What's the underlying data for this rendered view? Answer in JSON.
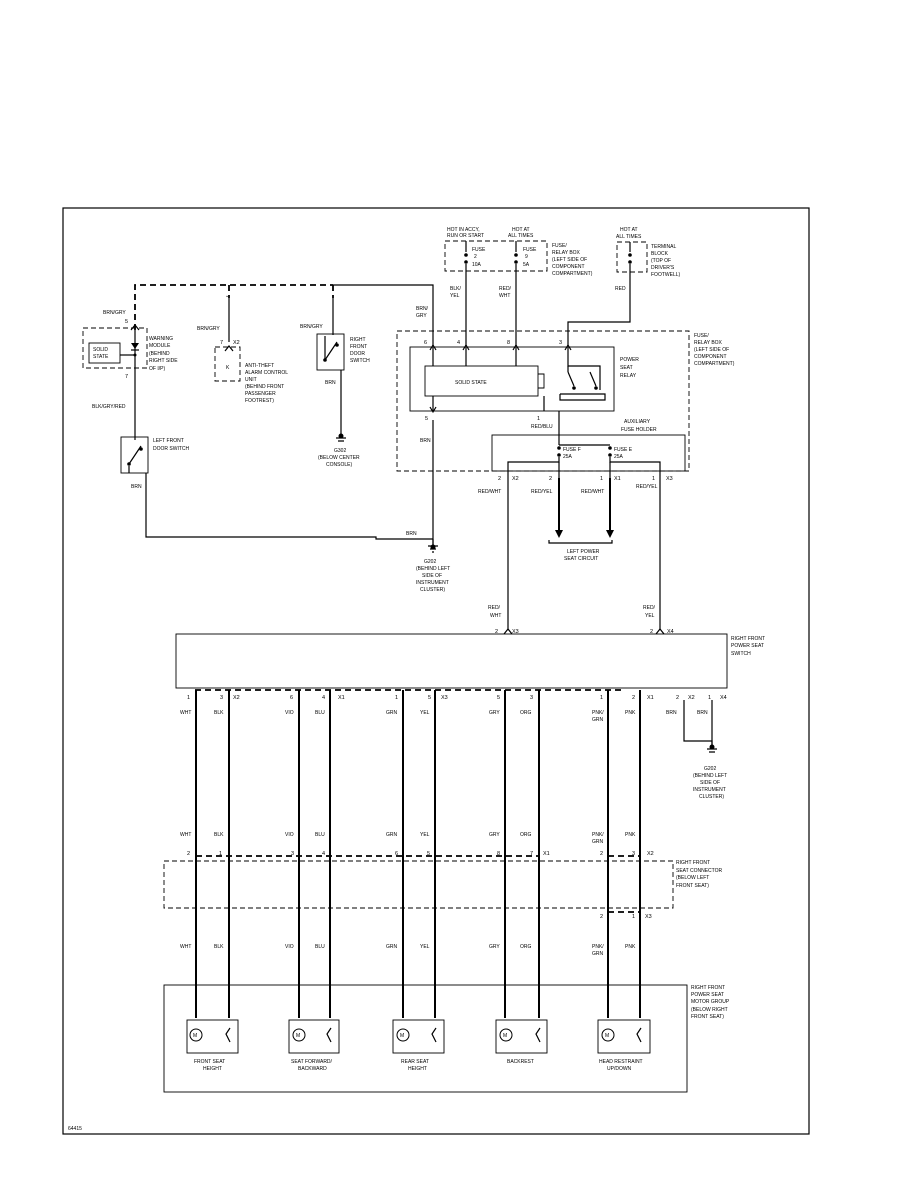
{
  "hot_labels": {
    "accy": [
      "HOT IN ACCY,",
      "RUN OR START"
    ],
    "always": [
      "HOT AT",
      "ALL TIMES"
    ],
    "always2": [
      "HOT AT",
      "ALL TIMES"
    ]
  },
  "fuses": {
    "fuse2": [
      "FUSE",
      "2",
      "10A"
    ],
    "fuse9": [
      "FUSE",
      "9",
      "5A"
    ],
    "fuseF": [
      "FUSE F",
      "25A"
    ],
    "fuseE": [
      "FUSE E",
      "25A"
    ]
  },
  "components": {
    "fuse_relay_box_top": [
      "FUSE/",
      "RELAY BOX",
      "(LEFT SIDE OF",
      "COMPONENT",
      "COMPARTMENT)"
    ],
    "terminal_block": [
      "TERMINAL",
      "BLOCK",
      "(TOP OF",
      "DRIVER'S",
      "FOOTWELL)"
    ],
    "fuse_relay_box_right": [
      "FUSE/",
      "RELAY BOX",
      "(LEFT SIDE OF",
      "COMPONENT",
      "COMPARTMENT)"
    ],
    "power_seat_relay": [
      "POWER",
      "SEAT",
      "RELAY"
    ],
    "solid_state": "SOLID STATE",
    "aux_fuse_holder": [
      "AUXILIARY",
      "FUSE HOLDER"
    ],
    "warning_module": [
      "WARNING",
      "MODULE",
      "(BEHIND",
      "RIGHT SIDE",
      "OF I/P)"
    ],
    "warning_solid_state": [
      "SOLID",
      "STATE"
    ],
    "anti_theft": [
      "ANTI-THEFT",
      "ALARM CONTROL",
      "UNIT",
      "(BEHIND FRONT",
      "PASSENGER",
      "FOOTREST)"
    ],
    "anti_theft_k": "K",
    "right_front_door_switch": [
      "RIGHT",
      "FRONT",
      "DOOR",
      "SWITCH"
    ],
    "left_front_door_switch": [
      "LEFT FRONT",
      "DOOR SWITCH"
    ],
    "g302": [
      "G302",
      "(BELOW CENTER",
      "CONSOLE)"
    ],
    "g202_top": [
      "G202",
      "(BEHIND LEFT",
      "SIDE OF",
      "INSTRUMENT",
      "CLUSTER)"
    ],
    "g202_right": [
      "G202",
      "(BEHIND LEFT",
      "SIDE OF",
      "INSTRUMENT",
      "CLUSTER)"
    ],
    "left_power_seat_circuit": [
      "LEFT POWER",
      "SEAT CIRCUIT"
    ],
    "rf_power_seat_switch": [
      "RIGHT FRONT",
      "POWER SEAT",
      "SWITCH"
    ],
    "rf_seat_connector": [
      "RIGHT FRONT",
      "SEAT CONNECTOR",
      "(BELOW LEFT",
      "FRONT SEAT)"
    ],
    "rf_motor_group": [
      "RIGHT FRONT",
      "POWER SEAT",
      "MOTOR GROUP",
      "(BELOW RIGHT",
      "FRONT SEAT)"
    ]
  },
  "wire_labels": {
    "brn_gry_top": [
      "BRN/",
      "GRY"
    ],
    "blk_yel": [
      "BLK/",
      "YEL"
    ],
    "red_wht_top": [
      "RED/",
      "WHT"
    ],
    "red_tb": "RED",
    "brn_gry_warn": "BRN/GRY",
    "brn_gry_anti": "BRN/GRY",
    "brn_gry_door": "BRN/GRY",
    "blk_gry_red": "BLK/GRY/RED",
    "brn_lfds": "BRN",
    "brn_rfds": "BRN",
    "brn_relay": "BRN",
    "brn_ground": "BRN",
    "red_blu": "RED/BLU",
    "red_wht_aux1": "RED/WHT",
    "red_yel_aux1": "RED/YEL",
    "red_wht_aux2": "RED/WHT",
    "red_yel_aux2": "RED/YEL",
    "red_wht_sw": [
      "RED/",
      "WHT"
    ],
    "red_yel_sw": [
      "RED/",
      "YEL"
    ]
  },
  "pins": {
    "fuse_relay": [
      "6",
      "4",
      "8",
      "3"
    ],
    "relay_bottom": "5",
    "relay_red_blu": "1",
    "aux_bottom": [
      "2",
      "2",
      "1",
      "1"
    ],
    "aux_conn": [
      "X2",
      "X1",
      "X3"
    ],
    "warning": [
      "5",
      "7"
    ],
    "anti": [
      "7",
      "X2"
    ],
    "switch_in": [
      "2",
      "X3",
      "2",
      "X4"
    ],
    "switch_out_nums": [
      "1",
      "3",
      "6",
      "4",
      "1",
      "5",
      "5",
      "3",
      "1",
      "2",
      "2",
      "1"
    ],
    "switch_out_conn": [
      "X2",
      "X1",
      "X3",
      "X1",
      "X2",
      "X4"
    ],
    "conn_top_nums": [
      "2",
      "1",
      "3",
      "4",
      "6",
      "5",
      "8",
      "7",
      "X1",
      "2",
      "3",
      "X2"
    ],
    "conn_bot_nums": [
      "2",
      "1",
      "X3"
    ]
  },
  "seat_wires": {
    "upper": [
      "WHT",
      "BLK",
      "VIO",
      "BLU",
      "GRN",
      "YEL",
      "GRY",
      "ORG",
      "PNK/",
      "GRN",
      "PNK",
      "BRN",
      "BRN"
    ],
    "middle": [
      "WHT",
      "BLK",
      "VIO",
      "BLU",
      "GRN",
      "YEL",
      "GRY",
      "ORG",
      "PNK/",
      "GRN",
      "PNK"
    ],
    "lower": [
      "WHT",
      "BLK",
      "VIO",
      "BLU",
      "GRN",
      "YEL",
      "GRY",
      "ORG",
      "PNK/",
      "GRN",
      "PNK"
    ]
  },
  "motors": [
    {
      "label": [
        "FRONT SEAT",
        "HEIGHT"
      ],
      "m": "M"
    },
    {
      "label": [
        "SEAT FORWARD/",
        "BACKWARD"
      ],
      "m": "M"
    },
    {
      "label": [
        "REAR SEAT",
        "HEIGHT"
      ],
      "m": "M"
    },
    {
      "label": [
        "BACKREST"
      ],
      "m": "M"
    },
    {
      "label": [
        "HEAD RESTRAINT",
        "UP/DOWN"
      ],
      "m": "M"
    }
  ],
  "figure_id": "64415"
}
